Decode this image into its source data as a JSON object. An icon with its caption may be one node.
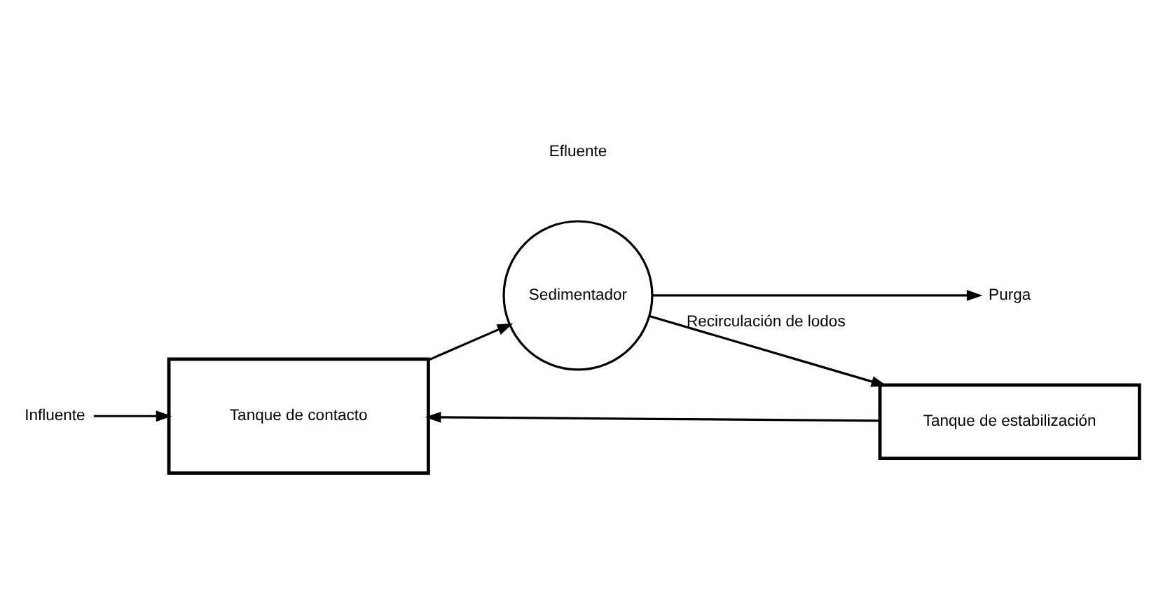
{
  "diagram": {
    "nodes": [
      {
        "text": [
          "Influente"
        ]
      },
      {
        "text": [
          "Tanque de contacto"
        ]
      },
      {
        "text": [
          "Sedimentador"
        ]
      },
      {
        "text": [
          "Tanque de estabilización"
        ]
      },
      {
        "text": [
          "Purga"
        ]
      }
    ],
    "edges": [
      {
        "from": 0,
        "to": 1,
        "arrow": "to"
      },
      {
        "from": 1,
        "to": 2,
        "arrow": "to"
      },
      {
        "from": 2,
        "to": 3,
        "arrow": "to",
        "label": "Recirculación de lodos"
      },
      {
        "from": 2,
        "to": 4,
        "arrow": "to"
      },
      {
        "from": 3,
        "to": 1,
        "arrow": "to"
      }
    ],
    "labels": [
      "Efluente"
    ]
  }
}
